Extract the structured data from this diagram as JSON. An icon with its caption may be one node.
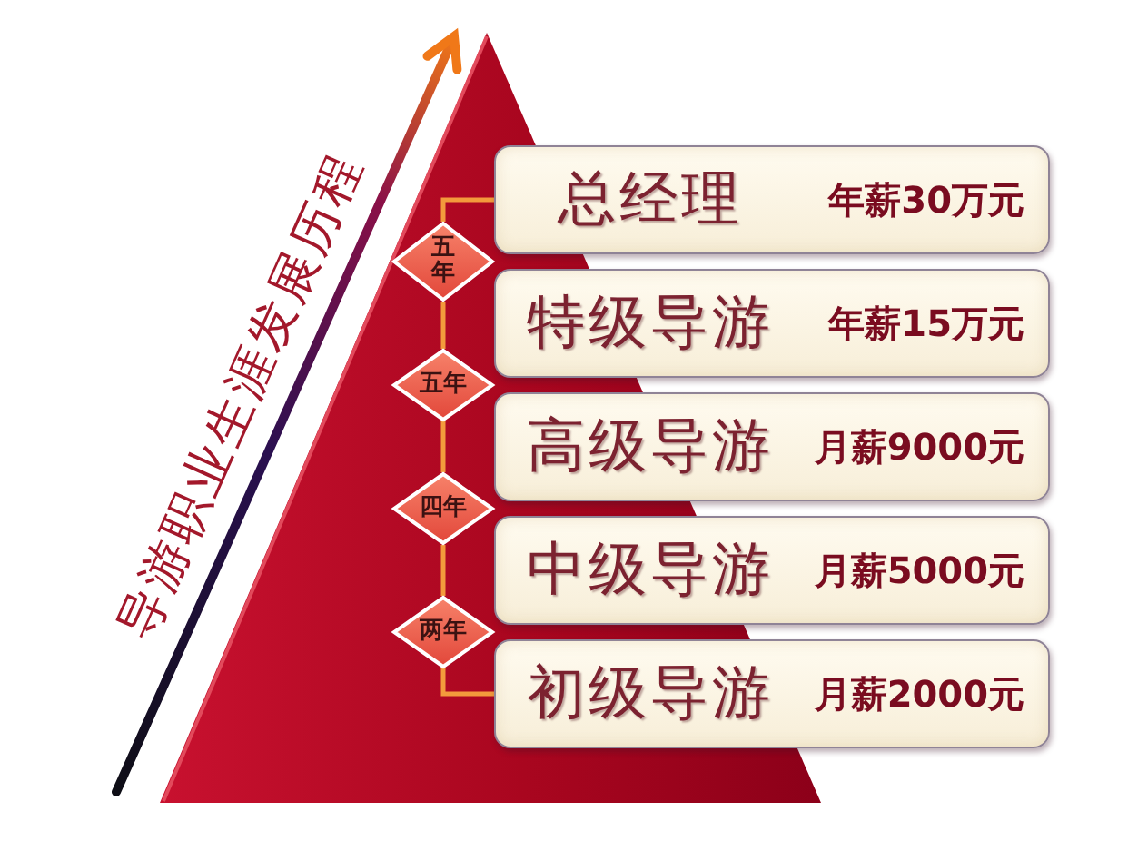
{
  "diagram": {
    "title": "导游职业生涯发展历程",
    "nodes": [
      {
        "text": [
          "总经理",
          "年薪30万元"
        ]
      },
      {
        "text": [
          "五年"
        ]
      },
      {
        "text": [
          "特级导游",
          "年薪15万元"
        ]
      },
      {
        "text": [
          "五年"
        ]
      },
      {
        "text": [
          "高级导游",
          "月薪9000元"
        ]
      },
      {
        "text": [
          "四年"
        ]
      },
      {
        "text": [
          "中级导游",
          "月薪5000元"
        ]
      },
      {
        "text": [
          "两年"
        ]
      },
      {
        "text": [
          "初级导游",
          "月薪2000元"
        ]
      }
    ],
    "edges": [
      {
        "from": 0,
        "to": 1,
        "arrow": "none"
      },
      {
        "from": 1,
        "to": 3,
        "arrow": "none"
      },
      {
        "from": 3,
        "to": 5,
        "arrow": "none"
      },
      {
        "from": 5,
        "to": 7,
        "arrow": "none"
      },
      {
        "from": 7,
        "to": 8,
        "arrow": "none"
      }
    ]
  }
}
